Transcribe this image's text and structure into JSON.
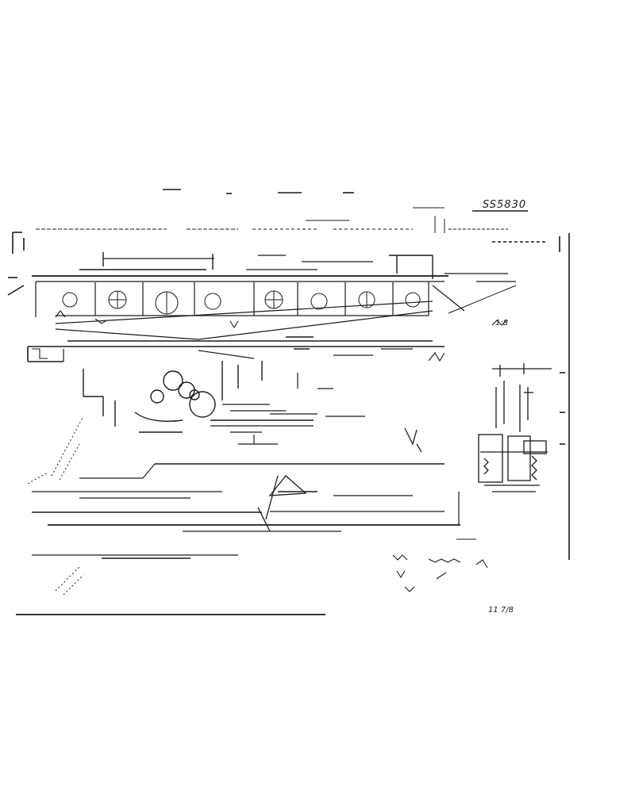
{
  "drawing": {
    "number": "SS5830",
    "corner_mark": "1:8",
    "bottom_note": "11 7/8",
    "ink_color": "#1a1a1a",
    "paper_color": "#ffffff"
  }
}
